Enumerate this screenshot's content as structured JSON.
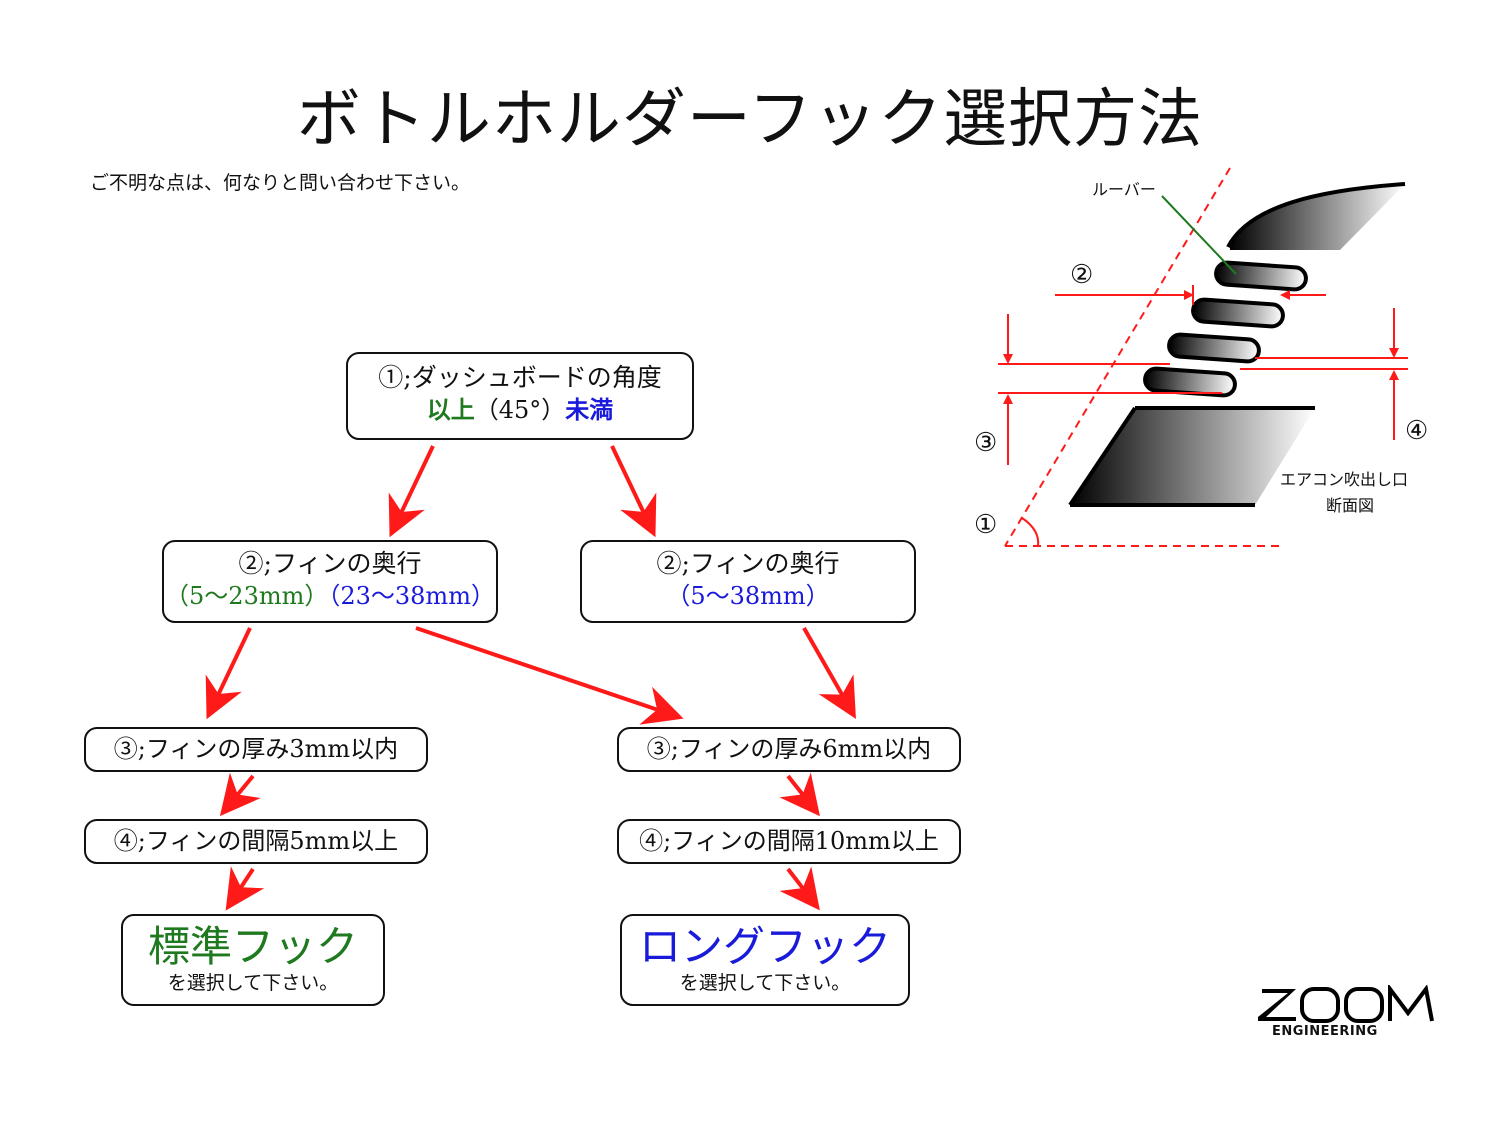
{
  "title": "ボトルホルダーフック選択方法",
  "note": "ご不明な点は、何なりと問い合わせ下さい。",
  "flow": {
    "q1": {
      "line1": "①;ダッシュボードの角度",
      "above": "以上",
      "mid": "（45°）",
      "below": "未満"
    },
    "q2_left": {
      "line1": "②;フィンの奥行",
      "range_a": "（5～23mm）",
      "range_b": "（23～38mm）"
    },
    "q2_right": {
      "line1": "②;フィンの奥行",
      "range": "（5～38mm）"
    },
    "q3_left": "③;フィンの厚み3mm以内",
    "q3_right": "③;フィンの厚み6mm以内",
    "q4_left": "④;フィンの間隔5mm以上",
    "q4_right": "④;フィンの間隔10mm以上",
    "result_left": {
      "name": "標準フック",
      "sub": "を選択して下さい。"
    },
    "result_right": {
      "name": "ロングフック",
      "sub": "を選択して下さい。"
    }
  },
  "diagram": {
    "louver_label": "ルーバー",
    "caption_line1": "エアコン吹出し口",
    "caption_line2": "断面図",
    "n1": "①",
    "n2": "②",
    "n3": "③",
    "n4": "④"
  },
  "logo": {
    "mark": "ZOOM",
    "text": "ENGINEERING"
  },
  "colors": {
    "arrow": "#ff1a1a",
    "green": "#1f7a1f",
    "blue": "#1a1adb"
  }
}
